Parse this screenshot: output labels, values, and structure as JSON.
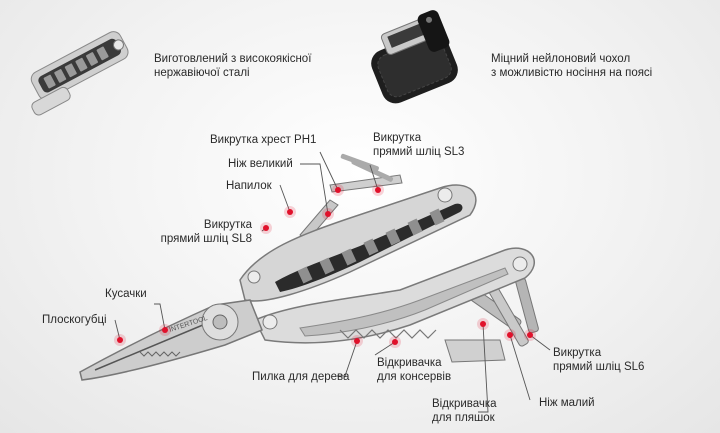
{
  "features": {
    "steel": "Виготовлений з високоякісної\nнержавіючої сталі",
    "case": "Міцний нейлоновий чохол\nз можливістю носіння на поясі"
  },
  "brand_engraving": "INTERTOOL",
  "colors": {
    "accent": "#e0112b",
    "steel_light": "#d9d9d9",
    "steel_dark": "#8a8a8a",
    "handle_dark": "#2b2b2b"
  },
  "callouts": {
    "ph1": "Викрутка хрест PH1",
    "big_knife": "Ніж великий",
    "file": "Напилок",
    "sl8": "Викрутка\nпрямий шліц SL8",
    "sl3": "Викрутка\nпрямий шліц SL3",
    "cutters": "Кусачки",
    "pliers": "Плоскогубці",
    "saw": "Пилка для дерева",
    "can_opener": "Відкривачка\nдля консервів",
    "bottle_opener": "Відкривачка\nдля пляшок",
    "small_knife": "Ніж малий",
    "sl6": "Викрутка\nпрямий шліц SL6"
  }
}
